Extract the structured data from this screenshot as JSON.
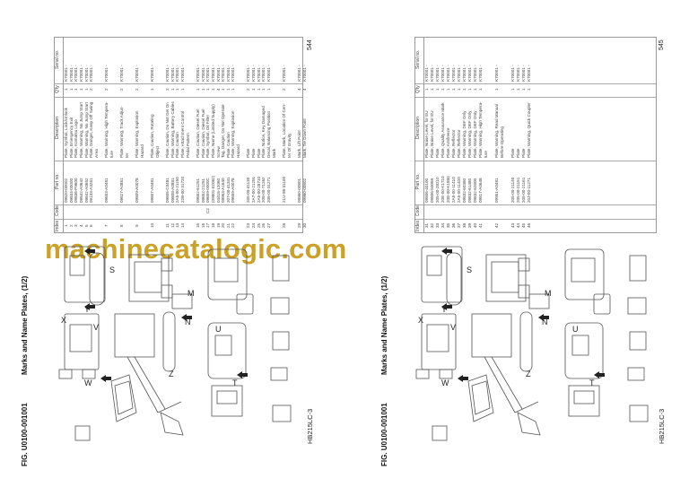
{
  "watermark": "machinecatalogic.com",
  "pages": [
    {
      "title_fig": "FIG. U0100-001001",
      "title_name": "Marks and Name Plates, (1/2)",
      "page_number": "544",
      "model": "HB215LC-3",
      "headers": {
        "index": "Index",
        "code": "Code",
        "part_no": "Part no.",
        "description": "Description",
        "qty": "Q'ty",
        "serial": "Serial no."
      },
      "view_letters": [
        "S",
        "Y",
        "V",
        "W",
        "X",
        "Z",
        "N",
        "M",
        "T",
        "U"
      ],
      "rows": [
        {
          "index": "1",
          "code": "",
          "part_no": "09820-00002",
          "description": [
            "Plate, Symbol, Lock/Unlock"
          ],
          "qty": "1",
          "serial": "K70001 -"
        },
        {
          "index": "2",
          "code": "",
          "part_no": "09844-00000",
          "description": [
            "Plate, Emergency Exit"
          ],
          "qty": "1",
          "serial": "K70001 -"
        },
        {
          "index": "3",
          "code": "",
          "part_no": "09836-P9600",
          "description": [
            "Plate, Komatsu Logo"
          ],
          "qty": "1",
          "serial": "K70001 -"
        },
        {
          "index": "4",
          "code": "",
          "part_no": "09842-A0642",
          "description": [
            "Plate, Warning, No Jump Start"
          ],
          "qty": "1",
          "serial": "K70001 -"
        },
        {
          "index": "5",
          "code": "",
          "part_no": "09842-A0652",
          "description": [
            "Plate, Warning, No Jump Start"
          ],
          "qty": "1",
          "serial": "K70001 -"
        },
        {
          "index": "6",
          "code": "",
          "part_no": "09133-A3281",
          "description": [
            "Plate, Danger, Keep Off Swing",
            "Area"
          ],
          "qty": "2",
          "serial": "K70001 -"
        },
        {
          "index": "7",
          "code": "",
          "part_no": "09653-A0481",
          "description": [
            "Plate, Warning, High Tempera-",
            "ture"
          ],
          "qty": "2",
          "serial": "K70001 -"
        },
        {
          "index": "8",
          "code": "",
          "part_no": "09827-A0881",
          "description": [
            "Plate, Warning, Track Adjus-",
            "ter"
          ],
          "qty": "2",
          "serial": "K70001 -"
        },
        {
          "index": "9",
          "code": "",
          "part_no": "09809-A0078",
          "description": [
            "Plate, Warning, Explosion",
            "Hazard"
          ],
          "qty": "2",
          "serial": "K70001 -"
        },
        {
          "index": "10",
          "code": "",
          "part_no": "09807-A0481",
          "description": [
            "Plate, Caution, Rotating",
            "Object"
          ],
          "qty": "1",
          "serial": "K70001 -"
        },
        {
          "index": "11",
          "code": "",
          "part_no": "09805-C0481",
          "description": [
            "Plate, Caution, Do Not Get On"
          ],
          "qty": "2",
          "serial": "K70001 -"
        },
        {
          "index": "12",
          "code": "",
          "part_no": "09808-A0881",
          "description": [
            "Plate, Warning, Battery Cables"
          ],
          "qty": "1",
          "serial": "K70001 -"
        },
        {
          "index": "13",
          "code": "",
          "part_no": "2A5-00-21150",
          "description": [
            "Plate, Caution"
          ],
          "qty": "1",
          "serial": "K70001 -"
        },
        {
          "index": "14",
          "code": "",
          "part_no": "22B-00-31720",
          "description": [
            "Plate, Attachment Control",
            "Pedal Pattern"
          ],
          "qty": "1",
          "serial": "K70001 -"
        },
        {
          "index": "15",
          "code": "",
          "part_no": "09652-61251",
          "description": [
            "Plate, Caution, Diesel Fuel"
          ],
          "qty": "1",
          "serial": "K70001 -"
        },
        {
          "index": "16",
          "code": "",
          "part_no": "09652-21251",
          "description": [
            "Plate, Caution, Diesel Fuel"
          ],
          "qty": "1",
          "serial": "K70001 -"
        },
        {
          "index": "17",
          "code": "C2",
          "part_no": "09659-0000C",
          "description": [
            "Plate, Symbol, Oil Filter"
          ],
          "qty": "1",
          "serial": "K70001 -"
        },
        {
          "index": "18",
          "code": "",
          "part_no": "(09801-02082)",
          "description": [
            "Plate, Name (Limited Supply)"
          ],
          "qty": "1",
          "serial": "K70001 -"
        },
        {
          "index": "19",
          "code": "",
          "part_no": "04418-12060",
          "description": [
            "Screw"
          ],
          "qty": "4",
          "serial": "K70001 -"
        },
        {
          "index": "20",
          "code": "",
          "part_no": "09963-A1640",
          "description": [
            "Tag, Danger, Do Not Operate"
          ],
          "qty": "1",
          "serial": "K70001 -"
        },
        {
          "index": "21",
          "code": "",
          "part_no": "207-00-41341",
          "description": [
            "Plate, Caution"
          ],
          "qty": "1",
          "serial": "K70001 -"
        },
        {
          "index": "22",
          "code": "",
          "part_no": "09659-A0078",
          "description": [
            "Plate, Warning, Explosion",
            "Hazard"
          ],
          "qty": "1",
          "serial": "K70001 -"
        },
        {
          "index": "23",
          "code": "",
          "part_no": "205-00-41130",
          "description": [
            "Plate"
          ],
          "qty": "2",
          "serial": "K70001 -"
        },
        {
          "index": "24",
          "code": "",
          "part_no": "2A7-00-21291",
          "description": [
            "Plate"
          ],
          "qty": "1",
          "serial": "K70001 -"
        },
        {
          "index": "25",
          "code": "",
          "part_no": "2A5-00-28710",
          "description": [
            "Plate"
          ],
          "qty": "1",
          "serial": "K70001 -"
        },
        {
          "index": "26",
          "code": "",
          "part_no": "208-00-71262",
          "description": [
            "Plate, Notice, Key Damaged"
          ],
          "qty": "1",
          "serial": "K70001 -"
        },
        {
          "index": "27",
          "code": "",
          "part_no": "206-00-31271",
          "description": [
            "Decal, Balancing Position",
            "Mark"
          ],
          "qty": "1",
          "serial": "K70001 -"
        },
        {
          "index": "28",
          "code": "",
          "part_no": "21U-98-31100",
          "description": [
            "Plate, Mark, Location Of Cen-",
            "ter Of Gravity"
          ],
          "qty": "2",
          "serial": "K70001 -"
        },
        {
          "index": "29",
          "code": "",
          "part_no": "09960-00801",
          "description": [
            "Mark, Lift Point"
          ],
          "qty": "4",
          "serial": "K70001 -"
        },
        {
          "index": "30",
          "code": "",
          "part_no": "09960-00802",
          "description": [
            "Mark, Tie Down Point"
          ],
          "qty": "4",
          "serial": "K70001 -"
        }
      ]
    },
    {
      "title_fig": "FIG. U0100-001001",
      "title_name": "Marks and Name Plates, (1/2)",
      "page_number": "545",
      "model": "HB215LC-3",
      "headers": {
        "index": "Index",
        "code": "Code",
        "part_no": "Part no.",
        "description": "Description",
        "qty": "Q'ty",
        "serial": "Serial no."
      },
      "view_letters": [
        "S",
        "Y",
        "V",
        "W",
        "X",
        "Z",
        "N",
        "M",
        "T",
        "U"
      ],
      "rows": [
        {
          "index": "31",
          "code": "",
          "part_no": "09806-40100",
          "description": [
            "Plate, Noise Level, for EU"
          ],
          "qty": "1",
          "serial": "K70001 -"
        },
        {
          "index": "32",
          "code": "",
          "part_no": "09806-50069",
          "description": [
            "Plate, Noise Level, for EU"
          ],
          "qty": "1",
          "serial": "K70001 -"
        },
        {
          "index": "33",
          "code": "",
          "part_no": "205-00-28210",
          "description": [
            "Plate"
          ],
          "qty": "1",
          "serial": "K70001 -"
        },
        {
          "index": "34",
          "code": "",
          "part_no": "20E-00-K1710",
          "description": [
            "Plate, Quality Assurance Mark"
          ],
          "qty": "1",
          "serial": "K70001 -"
        },
        {
          "index": "35",
          "code": "",
          "part_no": "20E-00-K1880",
          "description": [
            "Plate, Antifreeze"
          ],
          "qty": "1",
          "serial": "K70001 -"
        },
        {
          "index": "36",
          "code": "",
          "part_no": "2A5-00-11410",
          "description": [
            "Plate, Reflector"
          ],
          "qty": "1",
          "serial": "K70001 -"
        },
        {
          "index": "37",
          "code": "",
          "part_no": "2A5-00-11420",
          "description": [
            "Plate, Reflector"
          ],
          "qty": "1",
          "serial": "K70001 -"
        },
        {
          "index": "38",
          "code": "",
          "part_no": "09832-60380",
          "description": [
            "Plate, Warning, DEF Only"
          ],
          "qty": "1",
          "serial": "K70001 -"
        },
        {
          "index": "39",
          "code": "",
          "part_no": "09832-61480",
          "description": [
            "Plate, Warning, DEF Only"
          ],
          "qty": "1",
          "serial": "K70001 -"
        },
        {
          "index": "40",
          "code": "",
          "part_no": "09832-62800",
          "description": [
            "Plate, Warning, DEF Only"
          ],
          "qty": "1",
          "serial": "K70001 -"
        },
        {
          "index": "41",
          "code": "",
          "part_no": "09817-A0648",
          "description": [
            "Plate, Warning, High Tempera-",
            "ture"
          ],
          "qty": "1",
          "serial": "K70001 -"
        },
        {
          "index": "42",
          "code": "",
          "part_no": "09951-A0481",
          "description": [
            "Plate, Warning, Read Manual",
            "Before Operating"
          ],
          "qty": "1",
          "serial": "K70001 -"
        },
        {
          "index": "43",
          "code": "",
          "part_no": "205-00-21140",
          "description": [
            "Plate"
          ],
          "qty": "1",
          "serial": "K70001 -"
        },
        {
          "index": "44",
          "code": "",
          "part_no": "205-00-21151",
          "description": [
            "Plate"
          ],
          "qty": "1",
          "serial": "K70001 -"
        },
        {
          "index": "45",
          "code": "",
          "part_no": "205-00-21161",
          "description": [
            "Plate"
          ],
          "qty": "1",
          "serial": "K70001 -"
        },
        {
          "index": "46",
          "code": "",
          "part_no": "20J-00-11271",
          "description": [
            "Plate, Warning, Quick Coupler"
          ],
          "qty": "1",
          "serial": "K70001 -"
        }
      ]
    }
  ]
}
